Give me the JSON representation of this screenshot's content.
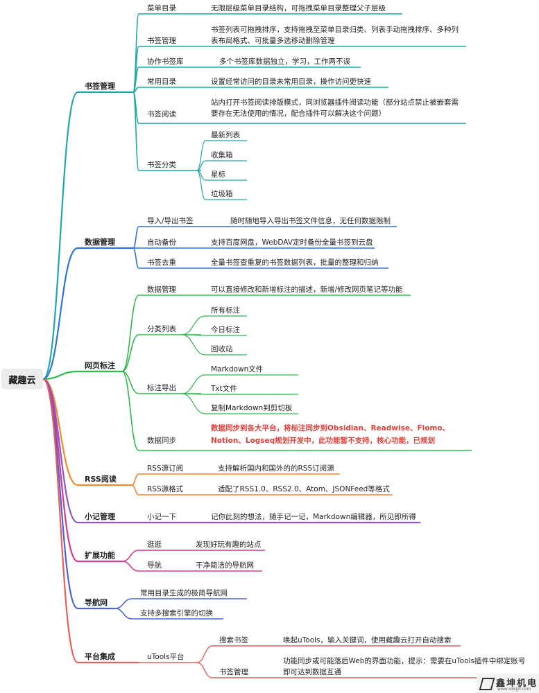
{
  "root": "藏趣云",
  "watermark": {
    "title": "鑫坤机电",
    "url": "www.xxkjjd.com"
  },
  "colors": {
    "teal": "#20a7a7",
    "blue": "#2f74d6",
    "green": "#2fb84c",
    "orange": "#ef8a2c",
    "purple": "#8d55c9",
    "magenta": "#d8398a",
    "indigo": "#4e63d9",
    "coral": "#e4605a"
  },
  "sections": [
    {
      "label": "书签管理",
      "items": [
        {
          "label": "菜单目录",
          "desc": [
            "无限层级菜单目录结构，可拖拽菜单目录整理父子层级"
          ]
        },
        {
          "label": "书签管理",
          "desc": [
            "书签列表可拖拽排序，支持拖拽至菜单目录归类、列表手动拖拽排序、多种列",
            "表布局格式、可批量多选移动删除管理"
          ]
        },
        {
          "label": "协作书签库",
          "desc": [
            "多个书签库数据独立，学习，工作两不误"
          ]
        },
        {
          "label": "常用目录",
          "desc": [
            "设置经常访问的目录未常用目录，操作访问更快速"
          ]
        },
        {
          "label": "书签阅读",
          "desc": [
            "站内打开书签阅读排版模式，同浏览器插件阅读功能（部分站点禁止被嵌套需",
            "要存在无法使用的情况，配合插件可以解决这个问题）"
          ]
        },
        {
          "label": "书签分类",
          "children": [
            "最新列表",
            "收集箱",
            "星标",
            "垃圾箱"
          ]
        }
      ]
    },
    {
      "label": "数据管理",
      "items": [
        {
          "label": "导入/导出书签",
          "desc": [
            "随时随地导入导出书签文件信息，无任何数据限制"
          ]
        },
        {
          "label": "自动备份",
          "desc": [
            "支持百度网盘，WebDAV定时备份全量书签到云盘"
          ]
        },
        {
          "label": "书签去重",
          "desc": [
            "全量书签查重复的书签数据列表，批量的整理和归纳"
          ]
        }
      ]
    },
    {
      "label": "网页标注",
      "items": [
        {
          "label": "数据管理",
          "desc": [
            "可以直接修改和新增标注的描述，新增/修改网页笔记等功能"
          ]
        },
        {
          "label": "分类列表",
          "children": [
            "所有标注",
            "今日标注",
            "回收站"
          ]
        },
        {
          "label": "标注导出",
          "children": [
            "Markdown文件",
            "Txt文件",
            "复制Markdown到剪切板"
          ]
        },
        {
          "label": "数据同步",
          "desc": [
            "数据同步到各大平台，将标注同步到Obsidian、Readwise、Flomo、",
            "Notion、Logseq规划开发中，此功能暂不支持，核心功能，已规划"
          ]
        }
      ]
    },
    {
      "label": "RSS阅读",
      "items": [
        {
          "label": "RSS源订阅",
          "desc": [
            "支持解析国内和国外的的RSS订阅源"
          ]
        },
        {
          "label": "RSS源格式",
          "desc": [
            "适配了RSS1.0、RSS2.0、Atom、JSONFeed等格式"
          ]
        }
      ]
    },
    {
      "label": "小记管理",
      "items": [
        {
          "label": "小记一下",
          "desc": [
            "记你此刻的想法，随手记一记，Markdown编辑器，所见即所得"
          ]
        }
      ]
    },
    {
      "label": "扩展功能",
      "items": [
        {
          "label": "逛逛",
          "desc": [
            "发现好玩有趣的站点"
          ]
        },
        {
          "label": "导航",
          "desc": [
            "干净简洁的导航网"
          ]
        }
      ]
    },
    {
      "label": "导航网",
      "items": [
        {
          "label": "常用目录生成的极简导航网"
        },
        {
          "label": "支持多搜索引擎的切换"
        }
      ]
    },
    {
      "label": "平台集成",
      "items": [
        {
          "label": "uTools平台",
          "children": [
            {
              "label": "搜索书签",
              "desc": [
                "唤起uTools，输入关键词，使用藏趣云打开自动搜索"
              ]
            },
            {
              "label": "书签管理",
              "desc": [
                "功能同步或可能落后Web的界面功能，提示：需要在uTools插件中绑定账号",
                "即可达到数据互通"
              ]
            }
          ]
        }
      ]
    }
  ]
}
